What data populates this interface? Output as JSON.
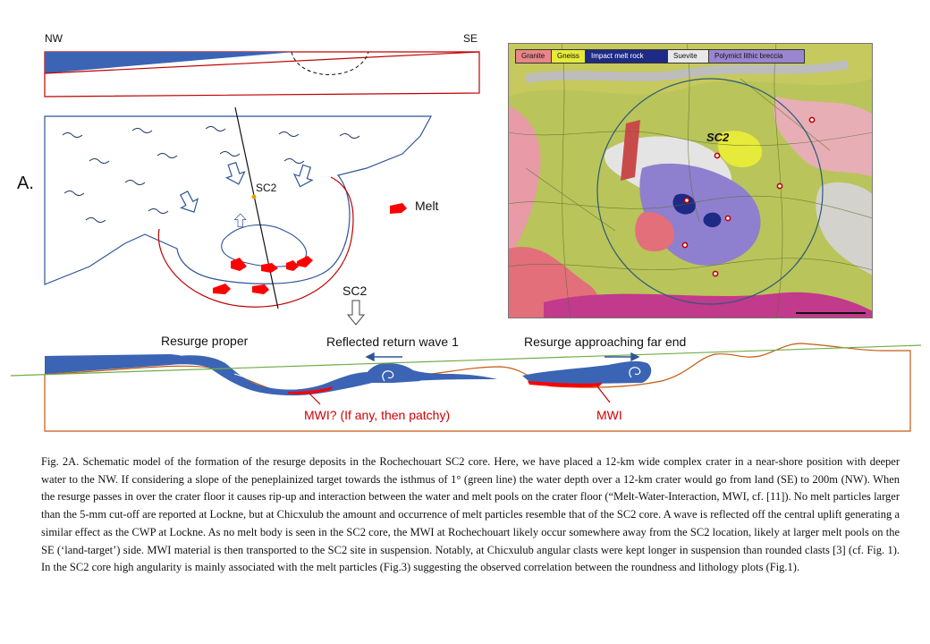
{
  "top_section": {
    "nw": "NW",
    "se": "SE"
  },
  "panel_a": {
    "letter": "A.",
    "sc2_point": "SC2",
    "melt_label": "Melt",
    "sc2_arrow_label": "SC2"
  },
  "map": {
    "legend": [
      {
        "label": "Granite",
        "color": "#e8868a"
      },
      {
        "label": "Gneiss",
        "color": "#e6ea3a"
      },
      {
        "label": "Impact melt rock",
        "color": "#1e2a86"
      },
      {
        "label": "Suevite",
        "color": "#e8e8e8"
      },
      {
        "label": "Polymict lithic breccia",
        "color": "#9a86cf"
      }
    ],
    "site_label": "SC2"
  },
  "profile": {
    "labels": [
      "Resurge proper",
      "Reflected return wave 1",
      "Resurge approaching far end"
    ],
    "mwi_labels": [
      "MWI? (If any, then patchy)",
      "MWI"
    ]
  },
  "caption": "Fig. 2A. Schematic model of the formation of the resurge deposits in the Rochechouart SC2 core. Here, we have placed a 12-km wide complex crater in a near-shore position with deeper water to the NW. If considering a slope of the peneplainized target towards the isthmus of 1° (green line) the water depth over a 12-km crater would go from land (SE) to 200m (NW). When the resurge passes in over the crater floor it causes rip-up and interaction between the water and melt pools on the crater floor (“Melt-Water-Interaction, MWI, cf. [11]). No melt particles larger than the 5-mm cut-off are reported at Lockne, but at Chicxulub the amount and occurrence of melt particles resemble that of the SC2 core. A wave is reflected off the central uplift generating a similar effect as the CWP at Lockne. As no melt body is seen in the SC2 core, the MWI at Rochechouart likely occur somewhere away from the SC2 location, likely at larger melt pools on the SE (‘land-target’) side. MWI material is then transported to the SC2 site in suspension. Notably, at Chicxulub angular clasts were kept longer in suspension than rounded clasts [3] (cf. Fig. 1). In the SC2 core high angularity is mainly associated with the melt particles (Fig.3) suggesting the observed correlation between the roundness and lithology plots (Fig.1)."
}
